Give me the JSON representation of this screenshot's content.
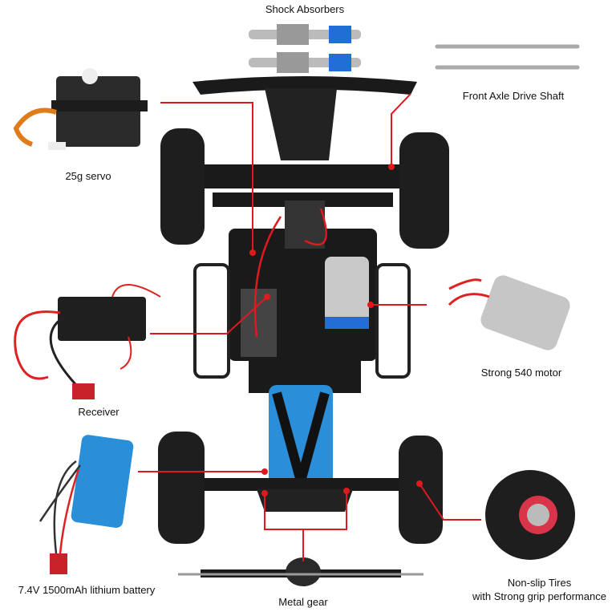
{
  "labels": {
    "shock_absorbers": "Shock Absorbers",
    "front_axle": "Front Axle Drive Shaft",
    "servo": "25g servo",
    "receiver": "Receiver",
    "motor": "Strong 540 motor",
    "battery": "7.4V 1500mAh lithium battery",
    "metal_gear": "Metal gear",
    "tires_line1": "Non-slip Tires",
    "tires_line2": "with Strong grip performance"
  },
  "colors": {
    "callout": "#e0191e",
    "chassis": "#1a1a1a",
    "accent_blue": "#1f6fd6",
    "battery_blue": "#2a8fd8",
    "rim_red": "#d8344a"
  }
}
